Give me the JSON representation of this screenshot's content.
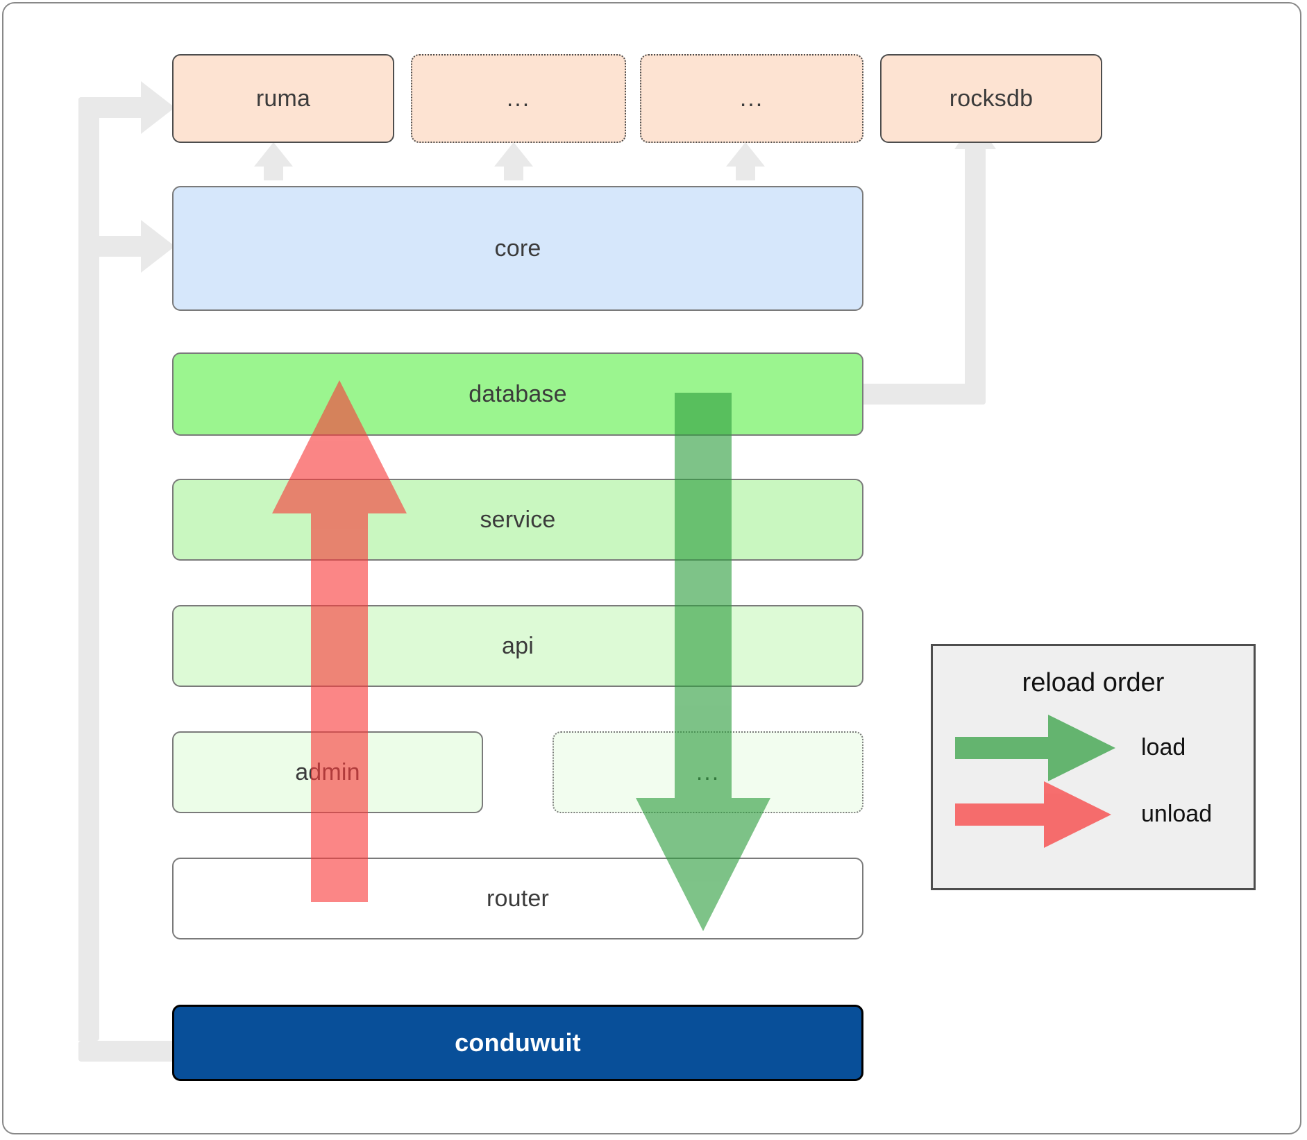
{
  "diagram": {
    "title": "conduwuit crate layering / reload order",
    "colors": {
      "top_fill": "#fde3d2",
      "core_fill": "#d6e7fb",
      "database_fill": "#9bf58f",
      "service_fill": "#c9f7c0",
      "api_fill": "#ddfad6",
      "admin_fill": "#ecfde8",
      "router_fill": "#ffffff",
      "conduwuit_fill": "#084f99",
      "load_arrow": "#4caf50",
      "unload_arrow": "#f86b6b",
      "dependency_arrow": "#e9e9e9",
      "legend_bg": "#efefef",
      "border_dark": "#4d4d4d",
      "border_gray": "#7a7a7a",
      "text": "#3b3b3b"
    },
    "top_row": [
      {
        "label": "ruma",
        "style": "solid"
      },
      {
        "label": "...",
        "style": "dotted"
      },
      {
        "label": "...",
        "style": "dotted"
      },
      {
        "label": "rocksdb",
        "style": "solid"
      }
    ],
    "layers": [
      {
        "label": "core",
        "style": "gray"
      },
      {
        "label": "database",
        "style": "gray"
      },
      {
        "label": "service",
        "style": "gray"
      },
      {
        "label": "api",
        "style": "gray"
      },
      {
        "label": "admin",
        "style": "gray"
      },
      {
        "label": "router",
        "style": "gray"
      }
    ],
    "side_node": {
      "label": "...",
      "style": "dotted"
    },
    "root": {
      "label": "conduwuit"
    },
    "legend": {
      "title": "reload order",
      "entries": [
        {
          "label": "load",
          "color": "#4caf50"
        },
        {
          "label": "unload",
          "color": "#f86b6b"
        }
      ]
    }
  }
}
